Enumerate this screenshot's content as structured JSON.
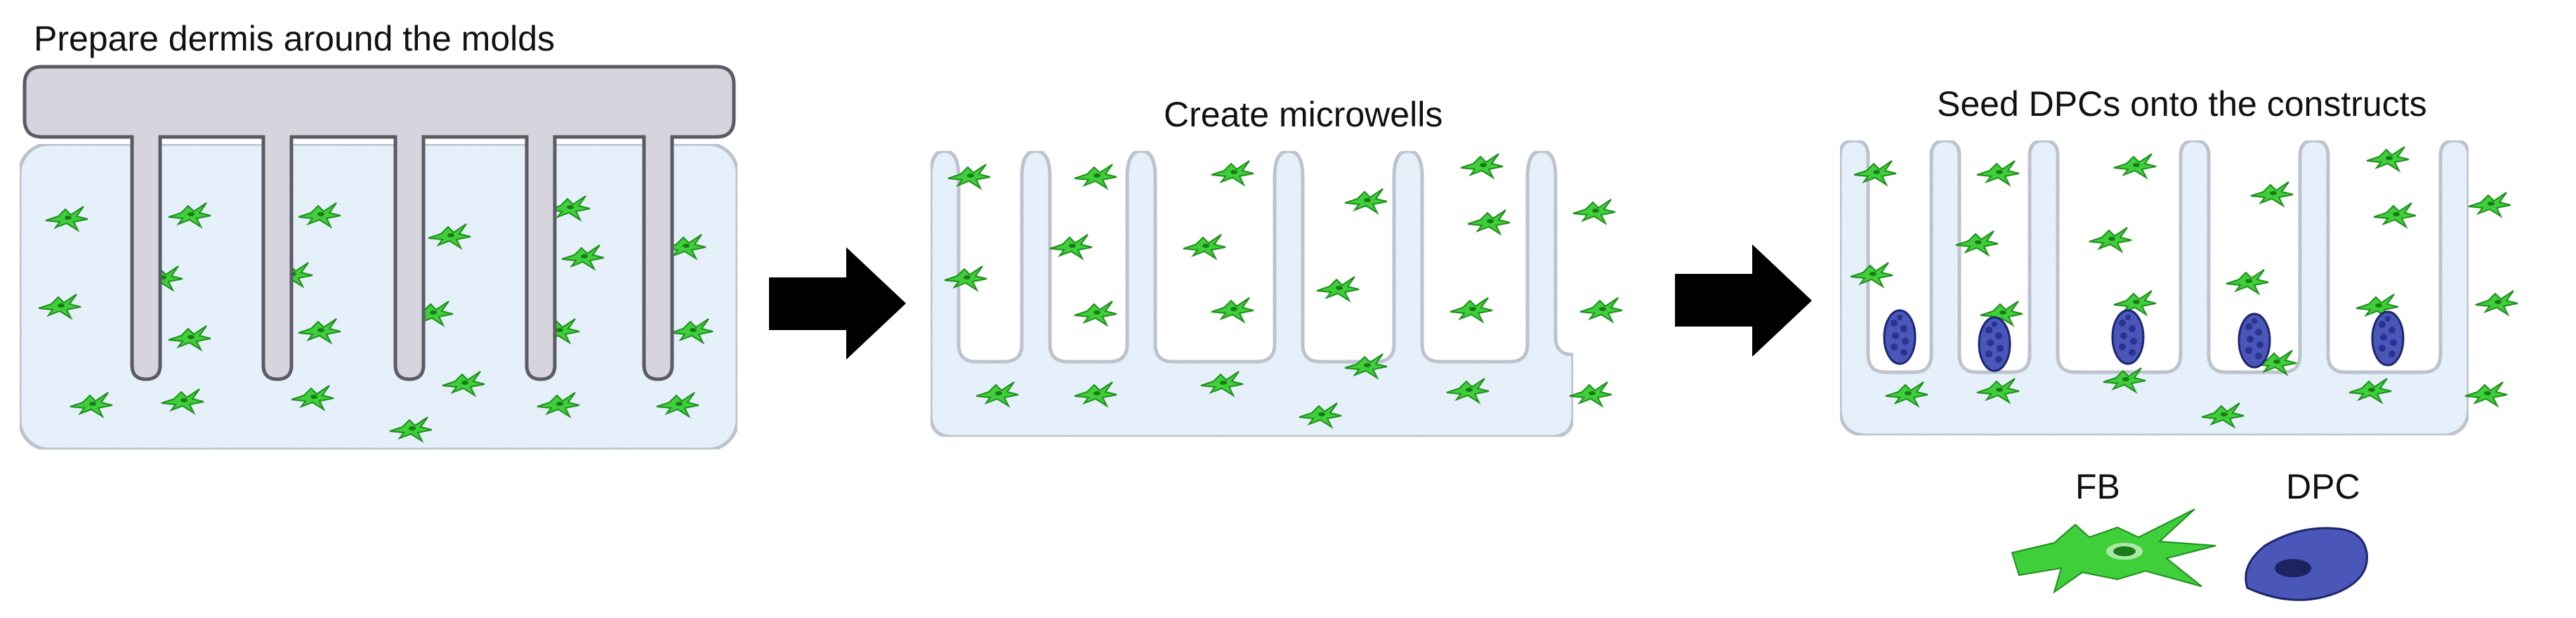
{
  "steps": [
    {
      "title": "Prepare dermis around the molds"
    },
    {
      "title": "Create microwells"
    },
    {
      "title": "Seed DPCs onto the constructs"
    }
  ],
  "legend": {
    "fb_label": "FB",
    "dpc_label": "DPC"
  },
  "icons": {
    "arrow_1": "right-arrow-icon",
    "arrow_2": "right-arrow-icon",
    "fibroblast": "fibroblast-cell-icon",
    "dermal_papilla_cell": "dermal-papilla-cell-icon"
  },
  "colors": {
    "gel_fill": "#e6f1fb",
    "gel_stroke": "#b7bcc6",
    "mold_fill": "#d6d4dc",
    "mold_stroke": "#5b5b66",
    "fibroblast": "#3fcf3a",
    "dpc": "#4a56b8",
    "arrow": "#000000"
  }
}
